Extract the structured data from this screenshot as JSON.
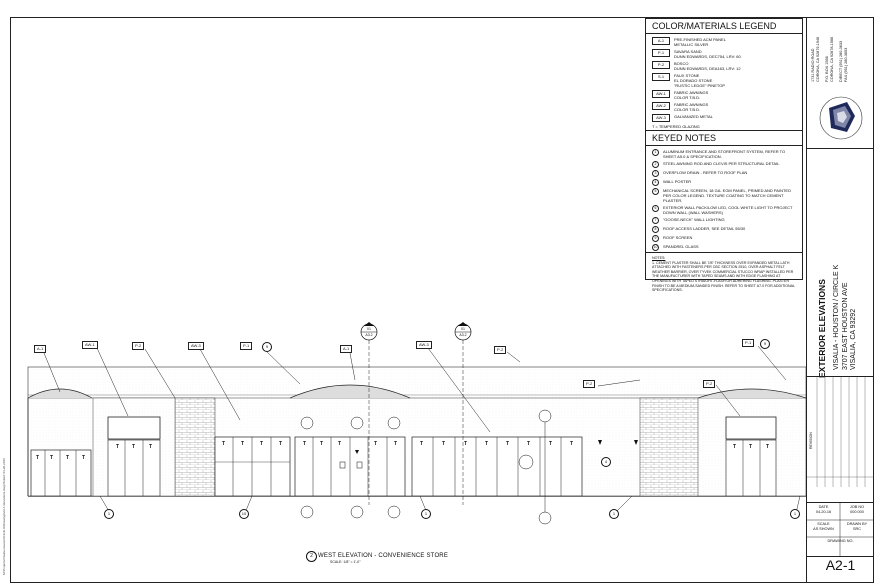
{
  "legend": {
    "materials_title": "COLOR/MATERIALS LEGEND",
    "materials": [
      {
        "tag": "A-1",
        "text": "PRE-FINISHED ACM PANEL\nMETALLIC SILVER"
      },
      {
        "tag": "P-1",
        "text": "SAVARA SAND\nDUNN EDWARDS, DEC754, LRV: 60"
      },
      {
        "tag": "P-2",
        "text": "BOSCO\nDUNN EDWARDS, DEA163, LRV: 12"
      },
      {
        "tag": "S-1",
        "text": "FAUX STONE\nEL DORADO STONE\n\"RUSTIC LEDGE\" PINETOP"
      },
      {
        "tag": "AW-1",
        "text": "FABRIC AWNINGS\nCOLOR T.B.D."
      },
      {
        "tag": "AW-2",
        "text": "FABRIC AWNINGS\nCOLOR T.B.D."
      },
      {
        "tag": "AW-3",
        "text": "GALVANIZED METAL"
      }
    ],
    "tempered_note": "T = TEMPERED GLAZING",
    "keyed_title": "KEYED NOTES",
    "keyed": [
      {
        "num": "1",
        "text": "ALUMINUM ENTRANCE AND STOREFRONT SYSTEM, REFER TO SHEET A5.0 & SPECIFICATION."
      },
      {
        "num": "2",
        "text": "STEEL AWNING ROD AND CLEVIS PER STRUCTURAL DETAIL"
      },
      {
        "num": "3",
        "text": "OVERFLOW DRAIN - REFER TO ROOF PLAN"
      },
      {
        "num": "4",
        "text": "WALL POSTER"
      },
      {
        "num": "5",
        "text": "MECHANICAL SCREEN, 18 GA. EGM PANEL, PRIMED AND PAINTED PER COLOR LEGEND. TEXTURE COATING TO MATCH CEMENT PLASTER."
      },
      {
        "num": "6",
        "text": "EXTERIOR WALL PACK/LOW LED, COOL WHITE LIGHT TO PROJECT DOWN WALL (WALL WASHERS)"
      },
      {
        "num": "7",
        "text": "\"GOOSE-NECK\" WALL LIGHTING"
      },
      {
        "num": "8",
        "text": "ROOF ACCESS LADDER, SEE DETAIL 55/30"
      },
      {
        "num": "9",
        "text": "ROOF SCREEN"
      },
      {
        "num": "10",
        "text": "SPANDREL GLASS"
      }
    ],
    "notes_title": "NOTES:",
    "notes_text": "1. CEMENT PLASTER SHALL BE 7/8\" THICKNESS OVER EXPANDED METAL LATH ATTACHED WITH FASTENERS PER CBC SECTION 2510, OVER ASPHALT FELT WEATHER BARRIER, OVER TYVEK COMMERCIAL STUCCO WRAP INSTALLED PER THE MANUFACTURER WITH TAPED SEAMS AND WITH EDGE FLASHING AT OPENINGS WITH TAPED STRAIGHT-FLASH OR ADHERING FLASHING. PLASTER FINISH TO BE A MEDIUM-SANDED FINISH. REFER TO SHEET A7.0 FOR ADDITIONAL SPECIFICATIONS."
  },
  "firm": {
    "lines": [
      "1731 RADIO ROAD",
      "CORONA, CA 92879-1946",
      "P.O. BOX 1566",
      "CORONA, CA 92878-1566",
      "DIRECT (951) 280-3633",
      "FAX (951) 280-3653"
    ]
  },
  "sheet": {
    "title": "EXTERIOR ELEVATIONS",
    "project_line1": "VISALIA - HOUSTON / CIRCLE K",
    "project_line2": "3707 EAST HOUSTON AVE",
    "project_line3": "VISALIA, CA 93292",
    "revision_label": "REVISION",
    "date_label": "DATE",
    "date_value": "04-20-16",
    "job_label": "JOB NO",
    "job_value": "000.000",
    "scale_label": "SCALE",
    "scale_value": "AS SHOWN",
    "drawn_label": "DRAWN BY",
    "drawn_value": "SRC",
    "drawing_no_label": "DRAWING NO.",
    "drawing_no": "A2-1"
  },
  "elevation": {
    "number": "2",
    "title": "WEST ELEVATION - CONVENIENCE STORE",
    "scale": "SCALE: 1/8\" = 1'-0\"",
    "material_callouts": [
      "A-1",
      "AW-1",
      "P-2",
      "AW-3",
      "P-1",
      "A-1",
      "AW-3",
      "P-2",
      "P-1",
      "P-2",
      "P-2"
    ],
    "keyed_callouts": [
      "1",
      "10",
      "1",
      "1",
      "1",
      "9",
      "9",
      "4"
    ],
    "section_markers": [
      "01",
      "01"
    ],
    "section_sheet": [
      "A3.2",
      "A3.2"
    ],
    "door_mark": "T"
  },
  "side_stamp": "M:\\Projects\\Visalia-Houston\\Circle K\\Drawings\\A2-1 Elevations.dwg   Plotted: 04-20-2016"
}
